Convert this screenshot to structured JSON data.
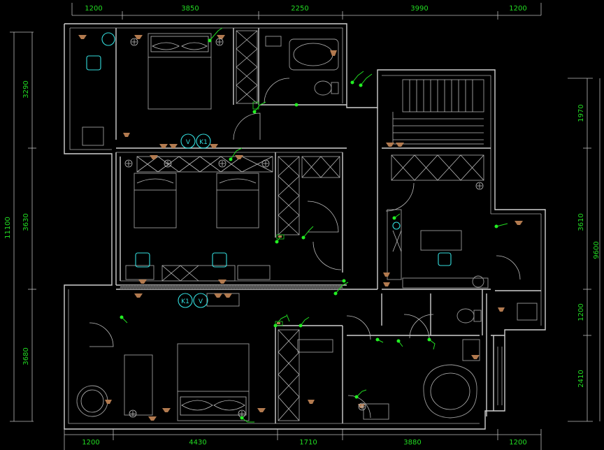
{
  "dimensions": {
    "top": [
      "1200",
      "3850",
      "2250",
      "3990",
      "1200"
    ],
    "bottom": [
      "1200",
      "4430",
      "1710",
      "3880",
      "1200"
    ],
    "left_total": "11100",
    "left_segments": [
      "3290",
      "3630",
      "3680"
    ],
    "right_total": "9600",
    "right_segments": [
      "1970",
      "3610",
      "1200",
      "2410"
    ]
  },
  "symbol_labels": {
    "upper_v": "V",
    "upper_k1": "K1",
    "lower_k1": "K1",
    "lower_v": "V"
  },
  "colors": {
    "background": "#000000",
    "walls": "#cfcfcf",
    "dimension_text": "#22dd22",
    "fixtures_cyan": "#33dddd",
    "switches_green": "#22ee22",
    "lamps_brown": "#b27a4f"
  },
  "icons": [
    "switch-icon",
    "ceiling-lamp-icon",
    "wall-lamp-icon",
    "socket-icon",
    "chair-icon",
    "bed-icon",
    "toilet-icon",
    "bathtub-icon",
    "door-swing-icon"
  ]
}
